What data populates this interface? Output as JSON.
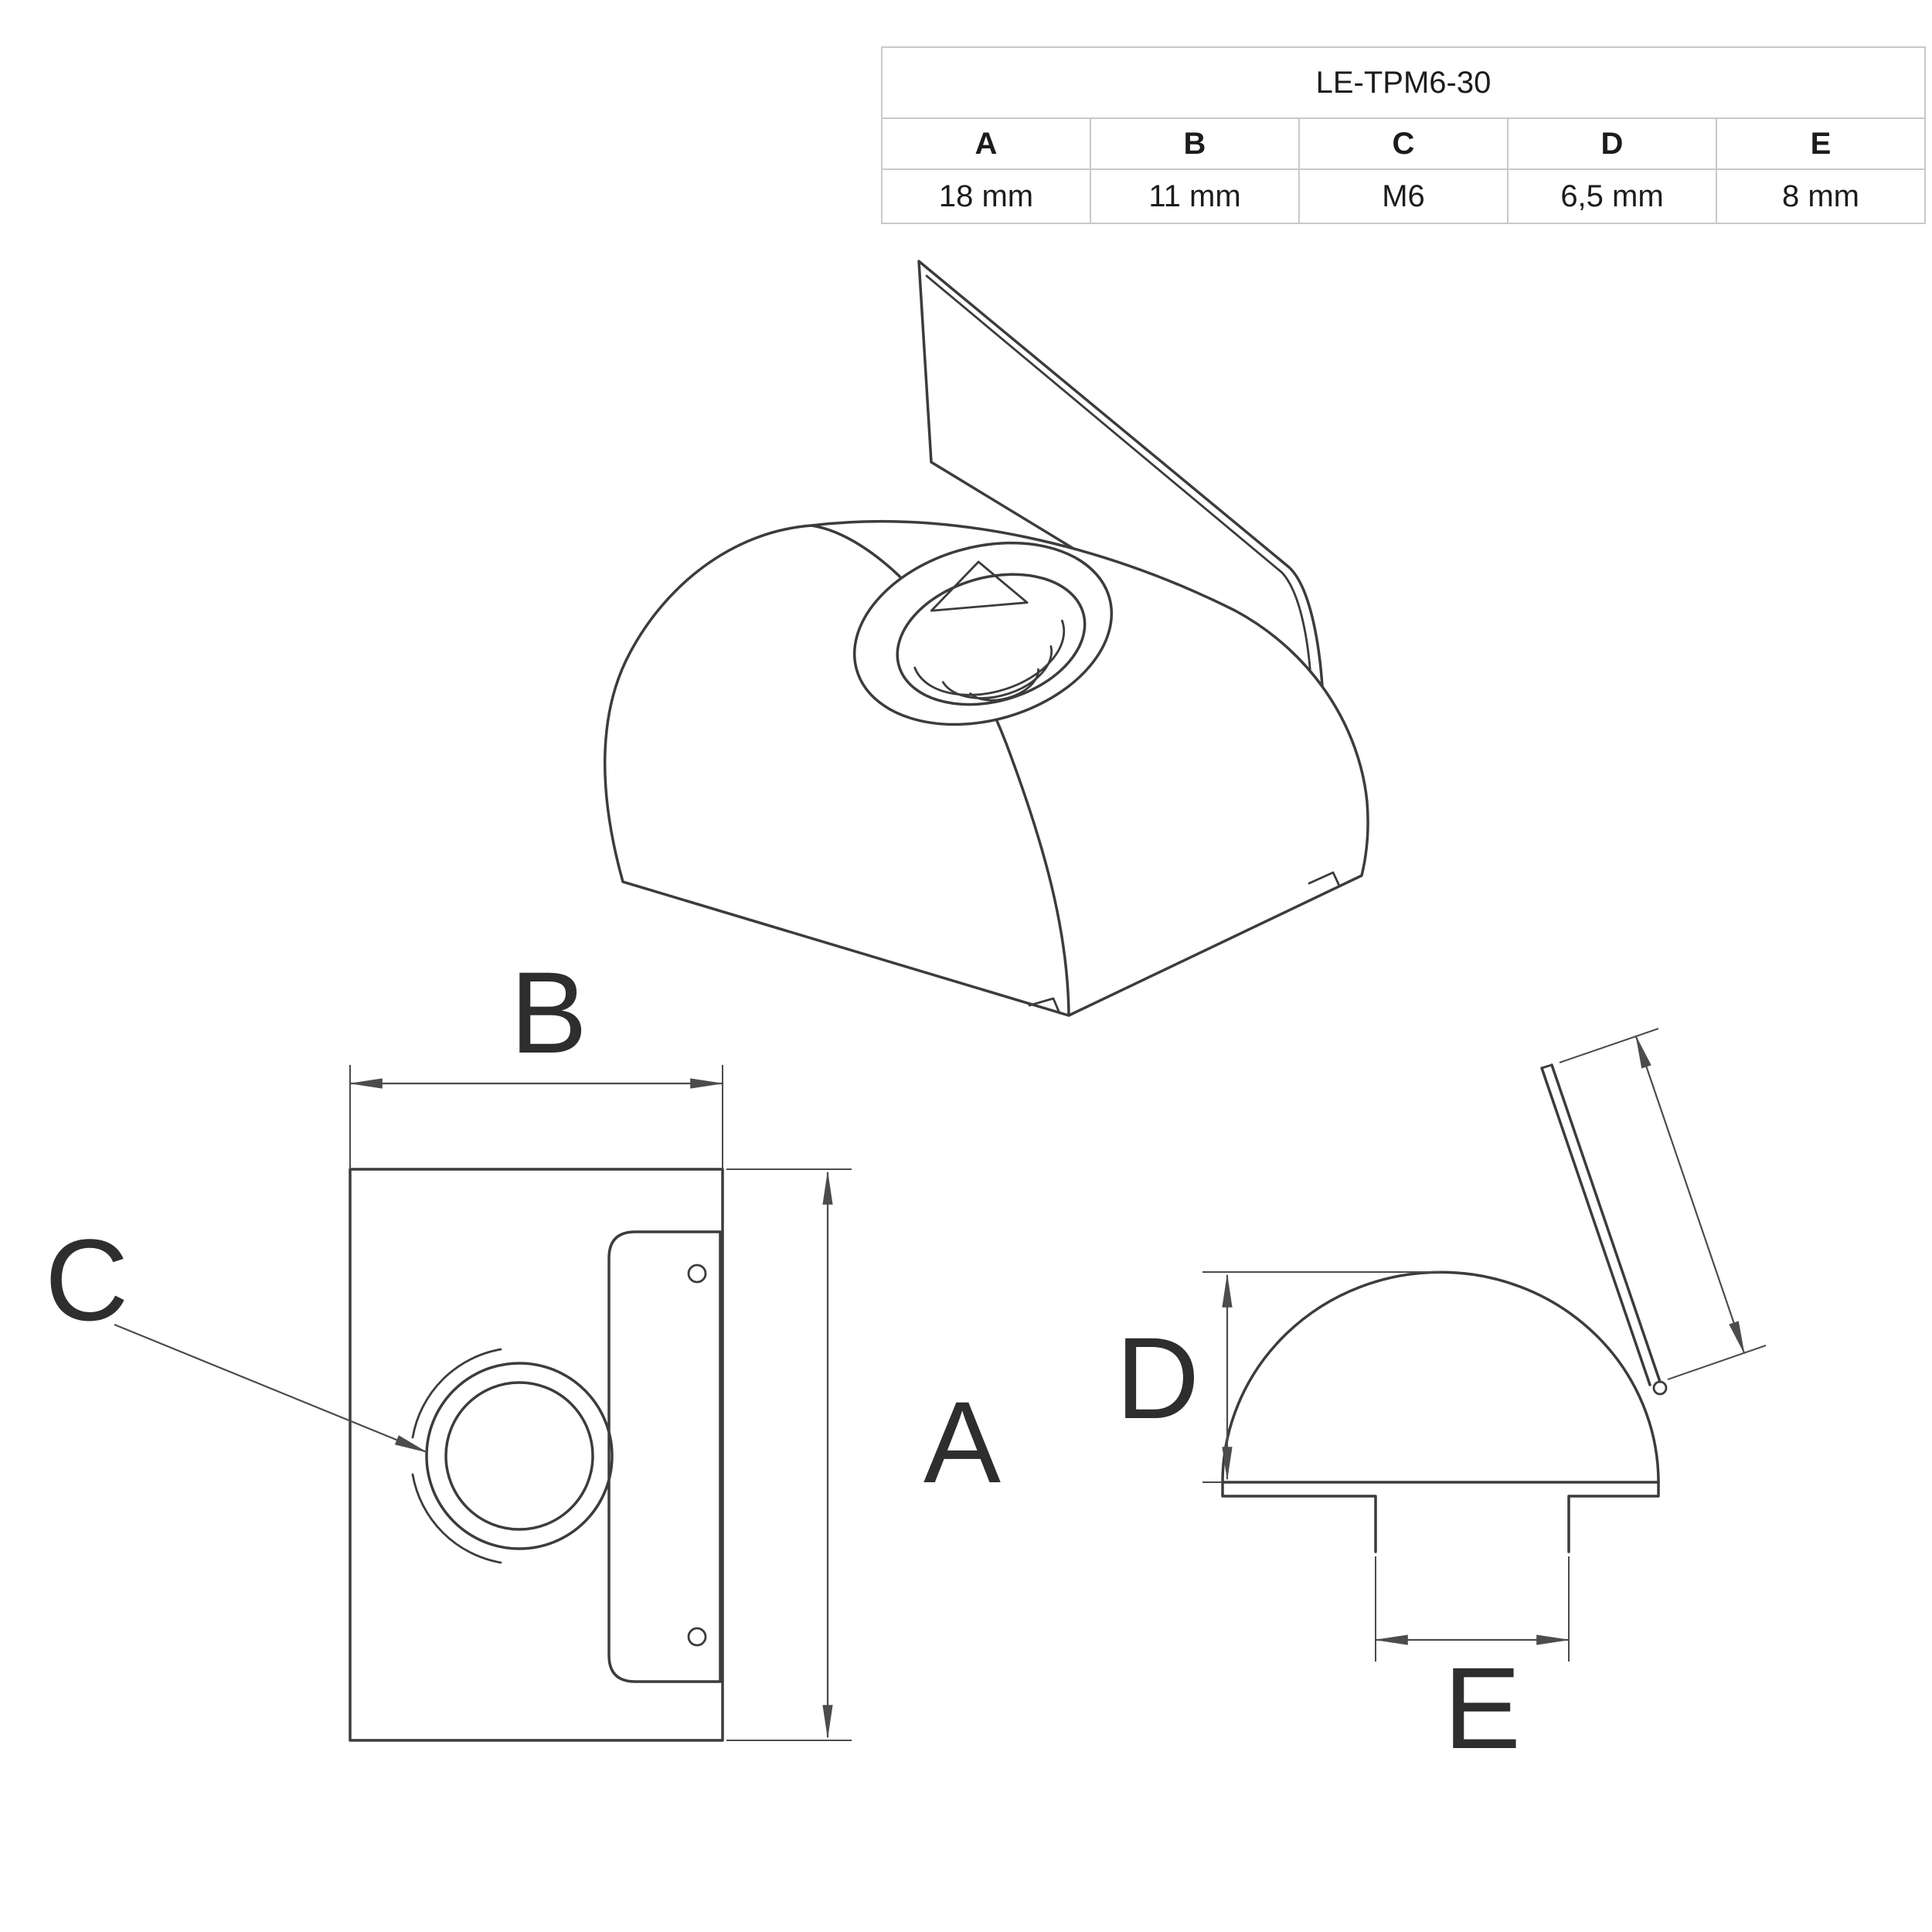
{
  "table": {
    "title": "LE-TPM6-30",
    "columns": [
      "A",
      "B",
      "C",
      "D",
      "E"
    ],
    "values": [
      "18 mm",
      "11 mm",
      "M6",
      "6,5 mm",
      "8 mm"
    ]
  },
  "colors": {
    "drawing_line": "#3c3c3c",
    "dimension_line": "#4c4c4c",
    "table_border": "#c9c9c9",
    "text": "#1c1c1c",
    "background": "#ffffff"
  }
}
